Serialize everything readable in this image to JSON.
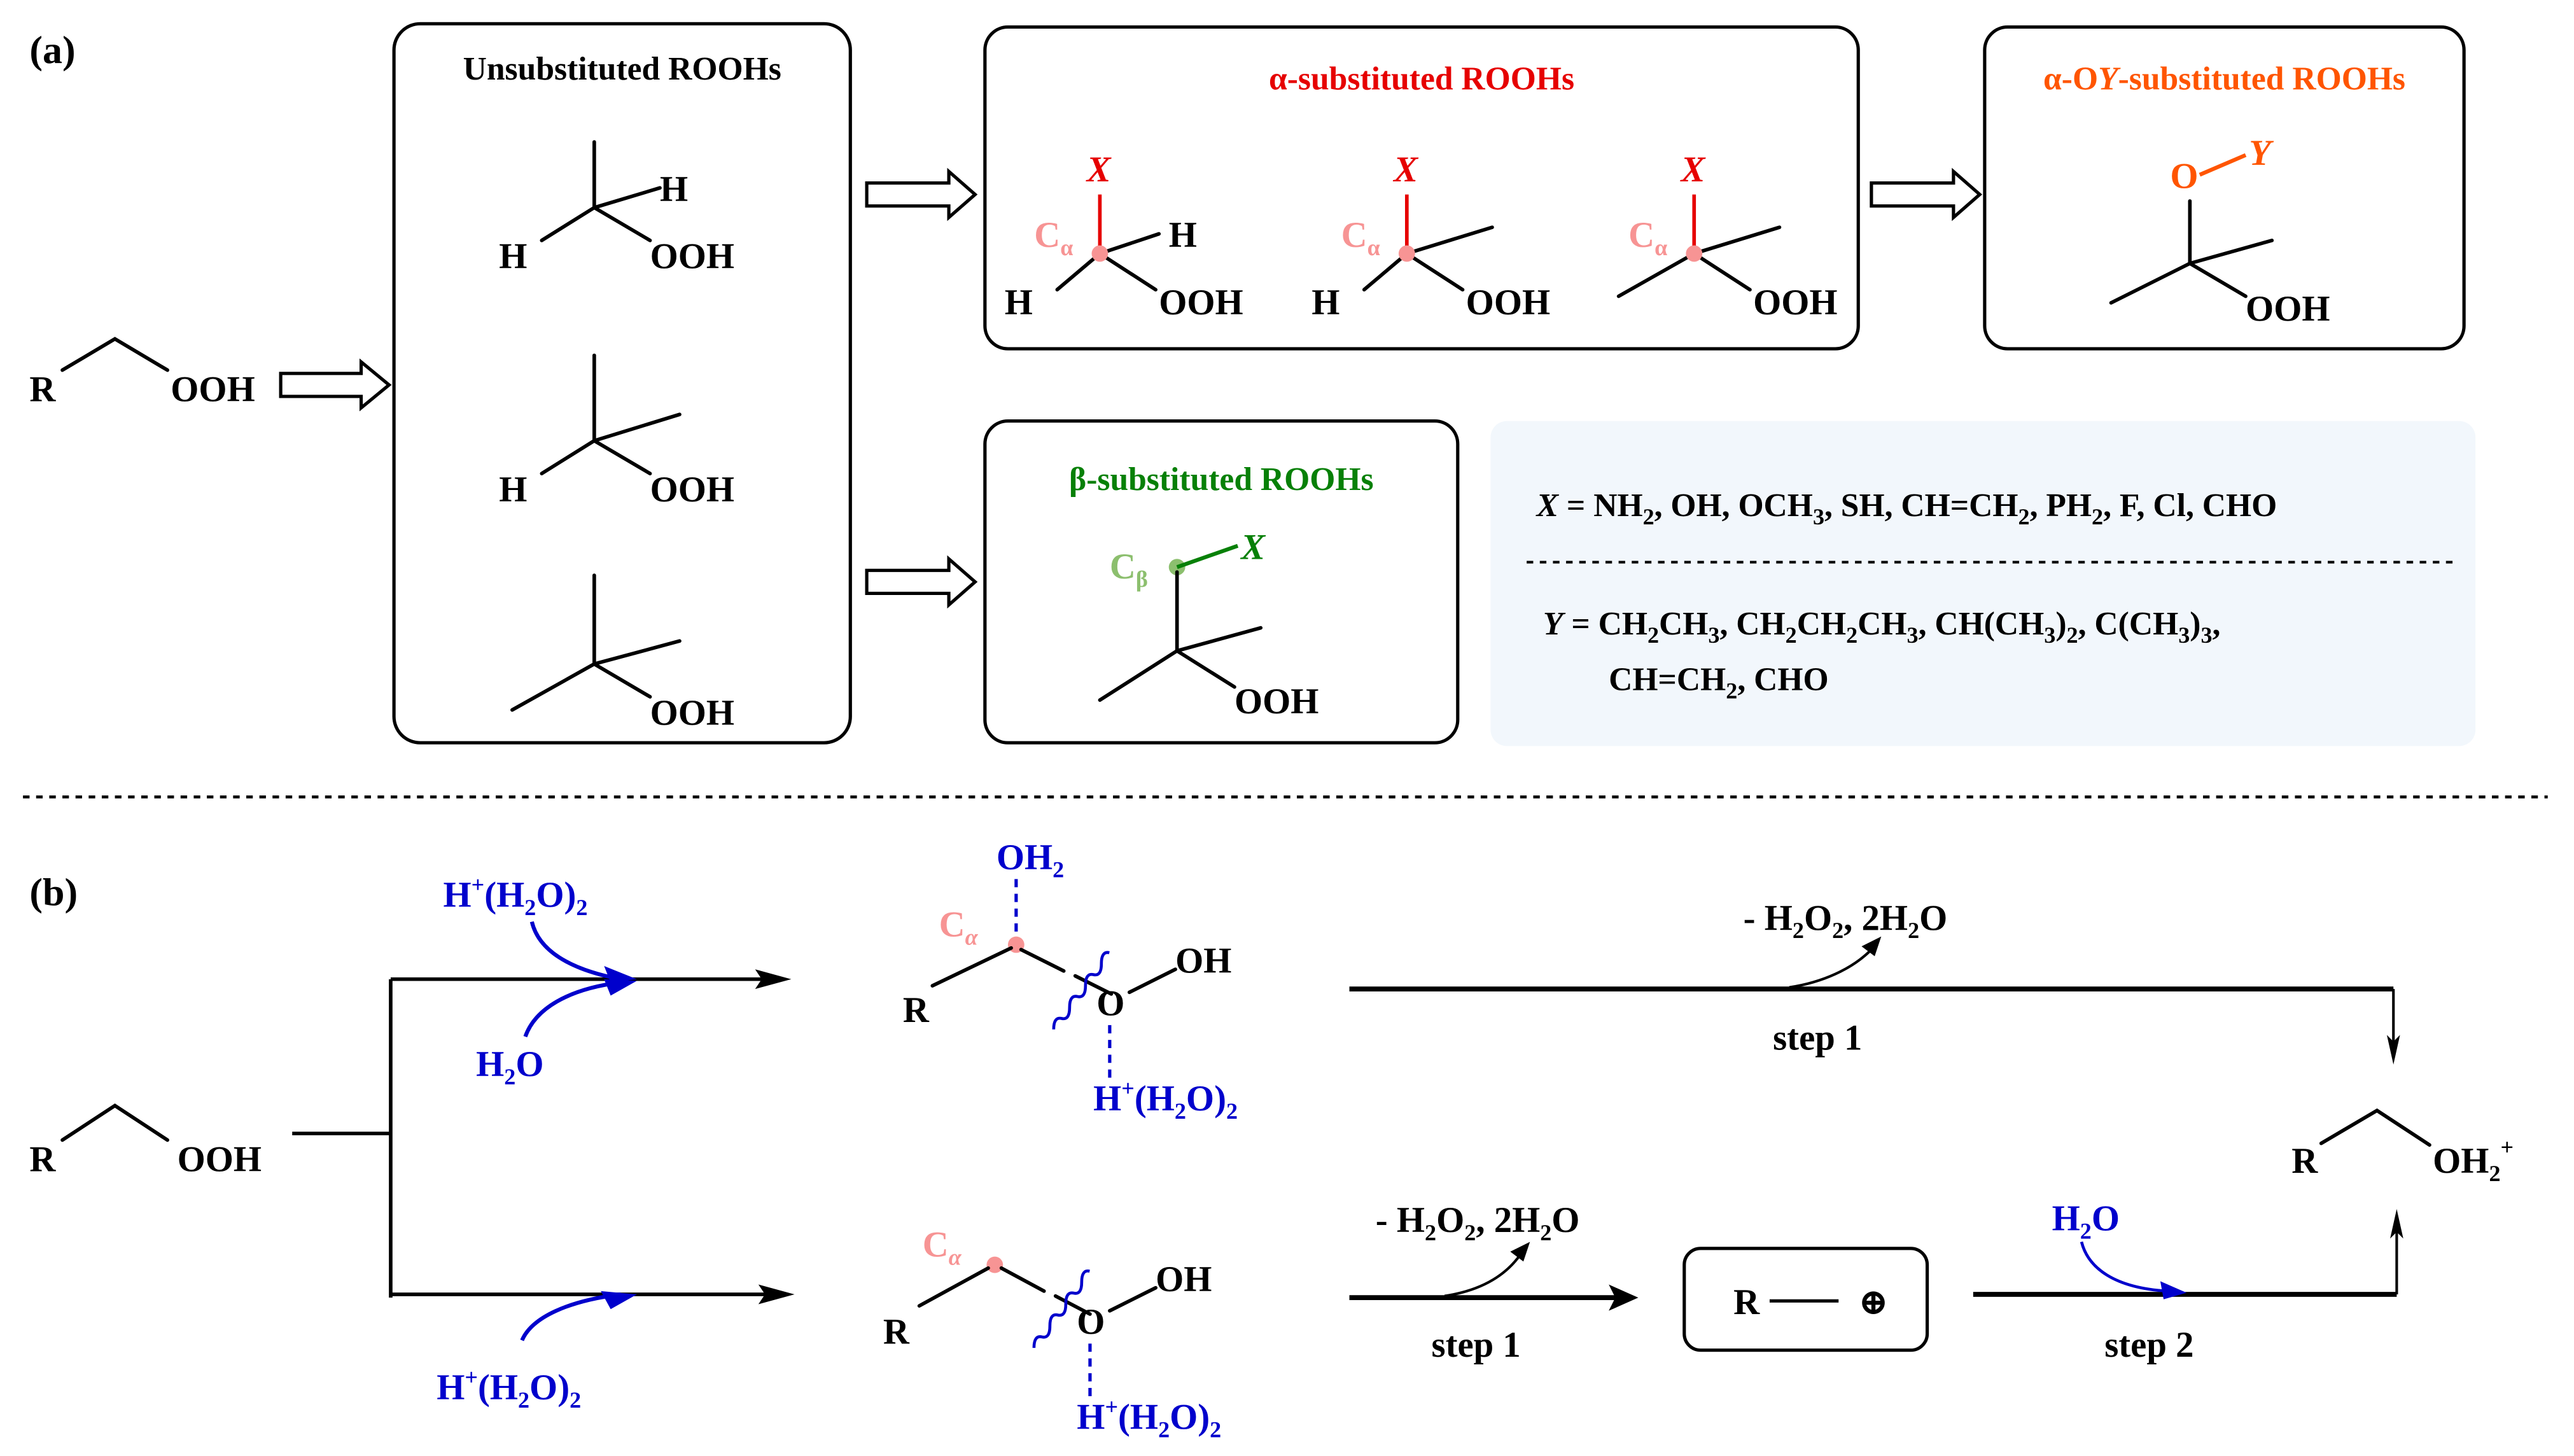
{
  "figure": {
    "panel_a_label": "(a)",
    "panel_b_label": "(b)",
    "colors": {
      "alpha_title": "#e60000",
      "alpha_carbon": "#f79494",
      "aoy_title": "#ff5500",
      "beta_title": "#078007",
      "beta_carbon": "#8cbf6e",
      "reagent_blue": "#0000cc",
      "definition_box": "#f2f7fc"
    }
  },
  "panel_a": {
    "parent": {
      "r": "R",
      "group": "OOH"
    },
    "unsubstituted": {
      "title": "Unsubstituted ROOHs",
      "structures": [
        {
          "left": "H",
          "right": "H",
          "group": "OOH"
        },
        {
          "left": "H",
          "group": "OOH"
        },
        {
          "group": "OOH"
        }
      ]
    },
    "alpha": {
      "title": "α-substituted ROOHs",
      "substituent": "X",
      "carbon_label": "C",
      "carbon_sub": "α",
      "structures": [
        {
          "left": "H",
          "right": "H",
          "group": "OOH"
        },
        {
          "left": "H",
          "group": "OOH"
        },
        {
          "group": "OOH"
        }
      ]
    },
    "aoy": {
      "title_prefix": "α-O",
      "title_y": "Y",
      "title_suffix": "-substituted ROOHs",
      "oxygen": "O",
      "substituent": "Y",
      "group": "OOH"
    },
    "beta": {
      "title": "β-substituted ROOHs",
      "carbon_label": "C",
      "carbon_sub": "β",
      "substituent": "X",
      "group": "OOH"
    },
    "definitions": {
      "x_var": "X",
      "x_line": [
        {
          "t": " = NH"
        },
        {
          "s": "2"
        },
        {
          "t": ", OH, OCH"
        },
        {
          "s": "3"
        },
        {
          "t": ", SH, CH=CH"
        },
        {
          "s": "2"
        },
        {
          "t": ", PH"
        },
        {
          "s": "2"
        },
        {
          "t": ", F, Cl, CHO"
        }
      ],
      "y_var": "Y",
      "y_line1": [
        {
          "t": " = CH"
        },
        {
          "s": "2"
        },
        {
          "t": "CH"
        },
        {
          "s": "3"
        },
        {
          "t": ", CH"
        },
        {
          "s": "2"
        },
        {
          "t": "CH"
        },
        {
          "s": "2"
        },
        {
          "t": "CH"
        },
        {
          "s": "3"
        },
        {
          "t": ", CH(CH"
        },
        {
          "s": "3"
        },
        {
          "t": ")"
        },
        {
          "s": "2"
        },
        {
          "t": ", C(CH"
        },
        {
          "s": "3"
        },
        {
          "t": ")"
        },
        {
          "s": "3"
        },
        {
          "t": ","
        }
      ],
      "y_line2": [
        {
          "t": "CH=CH"
        },
        {
          "s": "2"
        },
        {
          "t": ", CHO"
        }
      ]
    }
  },
  "panel_b": {
    "reactant": {
      "r": "R",
      "group": "OOH"
    },
    "upper_path": {
      "reagent_top": {
        "h": "H",
        "sup": "+",
        "open": "(H",
        "sub": "2",
        "close": "O)",
        "sub2": "2"
      },
      "reagent_bottom": {
        "h": "H",
        "sub": "2",
        "o": "O"
      },
      "intermediate": {
        "r": "R",
        "carbon": "C",
        "carbon_sub": "α",
        "oh2": "OH",
        "oh2_sub": "2",
        "o": "O",
        "oh": "OH",
        "cluster": {
          "h": "H",
          "sup": "+",
          "open": "(H",
          "sub": "2",
          "close": "O)",
          "sub2": "2"
        }
      },
      "loss": {
        "pre": "- H",
        "s1": "2",
        "m": "O",
        "s2": "2",
        "post": ", 2H",
        "s3": "2",
        "end": "O"
      },
      "step_label": "step 1"
    },
    "lower_path": {
      "reagent": {
        "h": "H",
        "sup": "+",
        "open": "(H",
        "sub": "2",
        "close": "O)",
        "sub2": "2"
      },
      "intermediate": {
        "r": "R",
        "carbon": "C",
        "carbon_sub": "α",
        "o": "O",
        "oh": "OH",
        "cluster": {
          "h": "H",
          "sup": "+",
          "open": "(H",
          "sub": "2",
          "close": "O)",
          "sub2": "2"
        }
      },
      "loss": {
        "pre": "- H",
        "s1": "2",
        "m": "O",
        "s2": "2",
        "post": ", 2H",
        "s3": "2",
        "end": "O"
      },
      "step1_label": "step 1",
      "carbocation": {
        "r": "R",
        "charge": "⊕"
      },
      "water": {
        "h": "H",
        "sub": "2",
        "o": "O"
      },
      "step2_label": "step 2"
    },
    "product": {
      "r": "R",
      "oh": "OH",
      "sub": "2",
      "sup": "+"
    }
  }
}
